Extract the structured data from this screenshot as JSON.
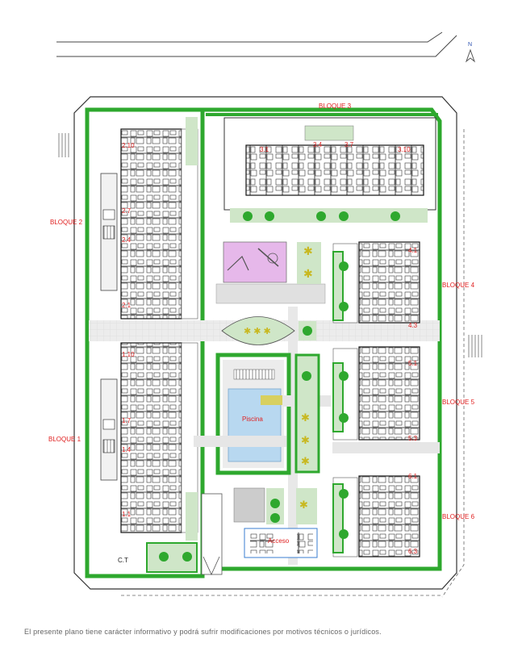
{
  "north_label": "N",
  "blocks": {
    "b1": "BLOQUE 1",
    "b2": "BLOQUE 2",
    "b3": "BLOQUE 3",
    "b4": "BLOQUE 4",
    "b5": "BLOQUE 5",
    "b6": "BLOQUE 6"
  },
  "units": {
    "u2_10": "2.10",
    "u2_7": "2.7",
    "u2_4": "2.4",
    "u2_1": "2.1",
    "u1_10": "1.10",
    "u1_7": "1.7",
    "u1_4": "1.4",
    "u1_1": "1.1",
    "u3_1": "3.1",
    "u3_4": "3.4",
    "u3_7": "3.7",
    "u3_10": "3.10",
    "u4_1": "4.1",
    "u4_3": "4.3",
    "u5_1": "5.1",
    "u5_3": "5.3",
    "u6_1": "6.1",
    "u6_3": "6.3"
  },
  "areas": {
    "pool": "Piscina",
    "access": "Acceso",
    "ct": "C.T"
  },
  "disclaimer": "El presente plano tiene carácter informativo y podrá sufrir modificaciones por motivos técnicos o jurídicos.",
  "colors": {
    "garden": "#2ea82e",
    "garden_light": "#cfe6c8",
    "pool": "#b8d8f0",
    "plaza": "#e6e6e6",
    "pink_play": "#e6b8ea",
    "label_red": "#e02020"
  }
}
